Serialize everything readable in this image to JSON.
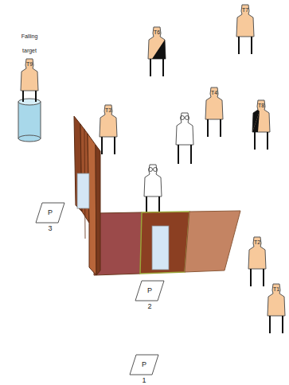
{
  "diagram": {
    "nodes": [
      {
        "text": [
          "T7"
        ]
      },
      {
        "text": [
          "T6"
        ]
      },
      {
        "text": [
          "T9"
        ]
      },
      {
        "text": [
          "T4"
        ]
      },
      {
        "text": [
          "T8"
        ]
      },
      {
        "text": [
          "T3"
        ]
      },
      {
        "text": [
          "P",
          "3"
        ]
      },
      {
        "text": [
          "T2"
        ]
      },
      {
        "text": [
          "P",
          "2"
        ]
      },
      {
        "text": [
          "T1"
        ]
      },
      {
        "text": [
          "P",
          "1"
        ]
      }
    ],
    "labels": [
      "Falling target"
    ]
  }
}
